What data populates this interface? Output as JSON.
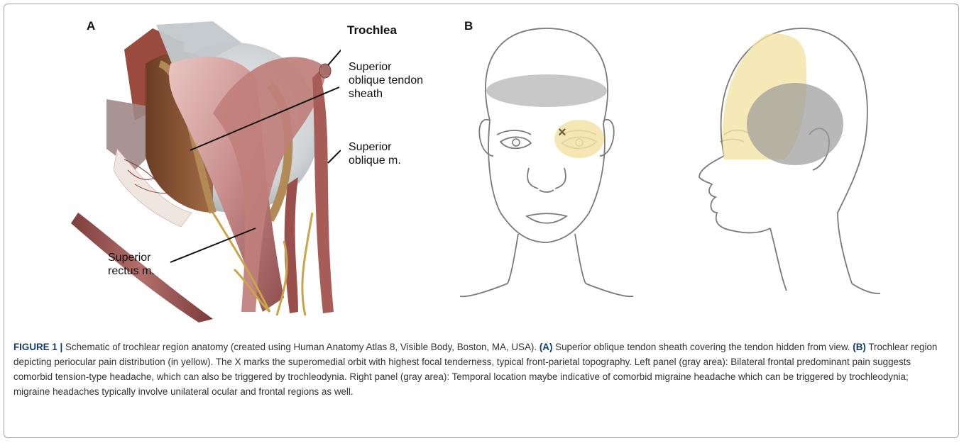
{
  "panels": {
    "a_label": "A",
    "b_label": "B"
  },
  "anatomy_labels": {
    "trochlea": "Trochlea",
    "sheath_l1": "Superior",
    "sheath_l2": "oblique tendon",
    "sheath_l3": "sheath",
    "oblique_l1": "Superior",
    "oblique_l2": "oblique m.",
    "rectus_l1": "Superior",
    "rectus_l2": "rectus m."
  },
  "caption": {
    "figure_label": "FIGURE 1 |",
    "intro": " Schematic of trochlear region anatomy (created using Human Anatomy Atlas 8, Visible Body, Boston, MA, USA). ",
    "a_ref": "(A)",
    "a_text": " Superior oblique tendon sheath covering the tendon hidden from view. ",
    "b_ref": "(B)",
    "b_text": " Trochlear region depicting periocular pain distribution (in yellow). The X marks the superomedial orbit with highest focal tenderness, typical front-parietal topography. Left panel (gray area): Bilateral frontal predominant pain suggests comorbid tension-type headache, which can also be triggered by trochleodynia. Right panel (gray area): Temporal location maybe indicative of comorbid migraine headache which can be triggered by trochleodynia; migraine headaches typically involve unilateral ocular and frontal regions as well."
  },
  "colors": {
    "frame": "#9aa5b5",
    "caption_accent": "#0e3c6e",
    "pain_yellow": "#f3e3a6",
    "pain_gray": "#9a9a9a",
    "muscle": "#b86f6f",
    "tendon_sheath": "#d9cfcf"
  }
}
